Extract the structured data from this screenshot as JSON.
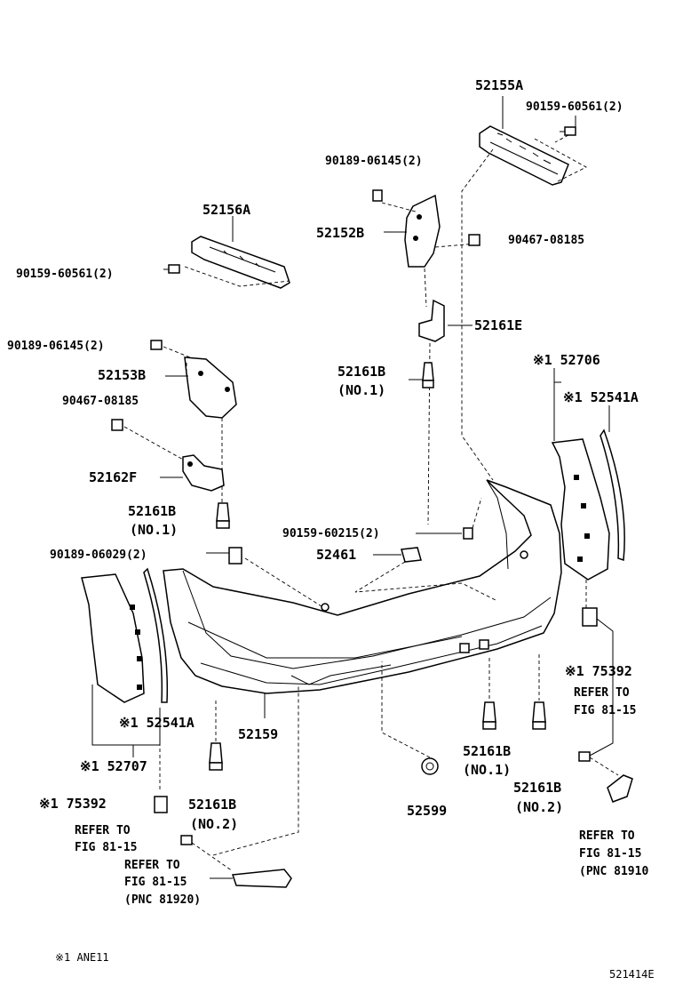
{
  "labels": {
    "p52155A": "52155A",
    "p90159_60561_r": "90159-60561(2)",
    "p90189_06145_r": "90189-06145(2)",
    "p52156A": "52156A",
    "p52152B": "52152B",
    "p90467_08185_r": "90467-08185",
    "p90159_60561_l": "90159-60561(2)",
    "p52161E": "52161E",
    "p90189_06145_l": "90189-06145(2)",
    "p52161B_top": "52161B",
    "p52161B_top_no": "(NO.1)",
    "p52153B": "52153B",
    "p52706": "※1 52706",
    "p90467_08185_l": "90467-08185",
    "p52541A_r": "※1 52541A",
    "p52162F": "52162F",
    "p52161B_left": "52161B",
    "p52161B_left_no": "(NO.1)",
    "p90159_60215": "90159-60215(2)",
    "p90189_06029": "90189-06029(2)",
    "p52461": "52461",
    "p75392_r": "※1 75392",
    "refer_r1_a": "REFER TO",
    "refer_r1_b": "FIG 81-15",
    "p52541A_l": "※1 52541A",
    "p52159": "52159",
    "p52161B_c": "52161B",
    "p52161B_c_no": "(NO.1)",
    "p52707": "※1 52707",
    "p52161B_r": "52161B",
    "p52161B_r_no": "(NO.2)",
    "p75392_l": "※1 75392",
    "p52161B_bl": "52161B",
    "p52161B_bl_no": "(NO.2)",
    "p52599": "52599",
    "refer_l1_a": "REFER TO",
    "refer_l1_b": "FIG 81-15",
    "refer_r2_a": "REFER TO",
    "refer_r2_b": "FIG 81-15",
    "refer_r2_c": "(PNC 81910",
    "refer_l2_a": "REFER TO",
    "refer_l2_b": "FIG 81-15",
    "refer_l2_c": "(PNC 81920)",
    "footnote": "※1 ANE11",
    "diagram_id": "521414E"
  }
}
